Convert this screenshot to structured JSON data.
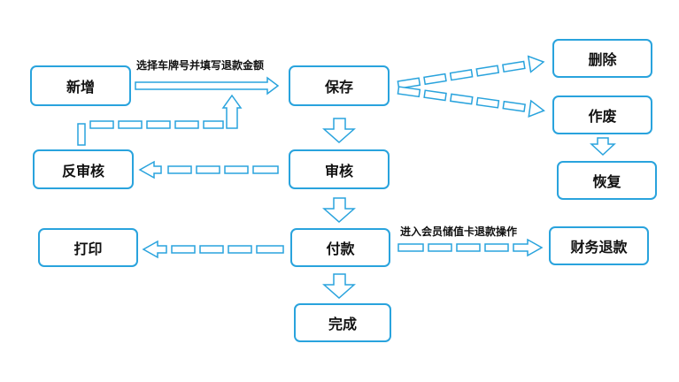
{
  "colors": {
    "stroke": "#29a3dd",
    "text": "#111111",
    "background": "#ffffff"
  },
  "nodes": {
    "xinzeng": "新增",
    "baocun": "保存",
    "shanchu": "删除",
    "zuofei": "作废",
    "huifu": "恢复",
    "fanshenhe": "反审核",
    "shenhe": "审核",
    "dayin": "打印",
    "fukuan": "付款",
    "caiwu_tuikuan": "财务退款",
    "wancheng": "完成"
  },
  "edge_labels": {
    "xinzeng_to_baocun": "选择车牌号并填写退款金额",
    "fukuan_to_caiwu": "进入会员储值卡退款操作"
  }
}
